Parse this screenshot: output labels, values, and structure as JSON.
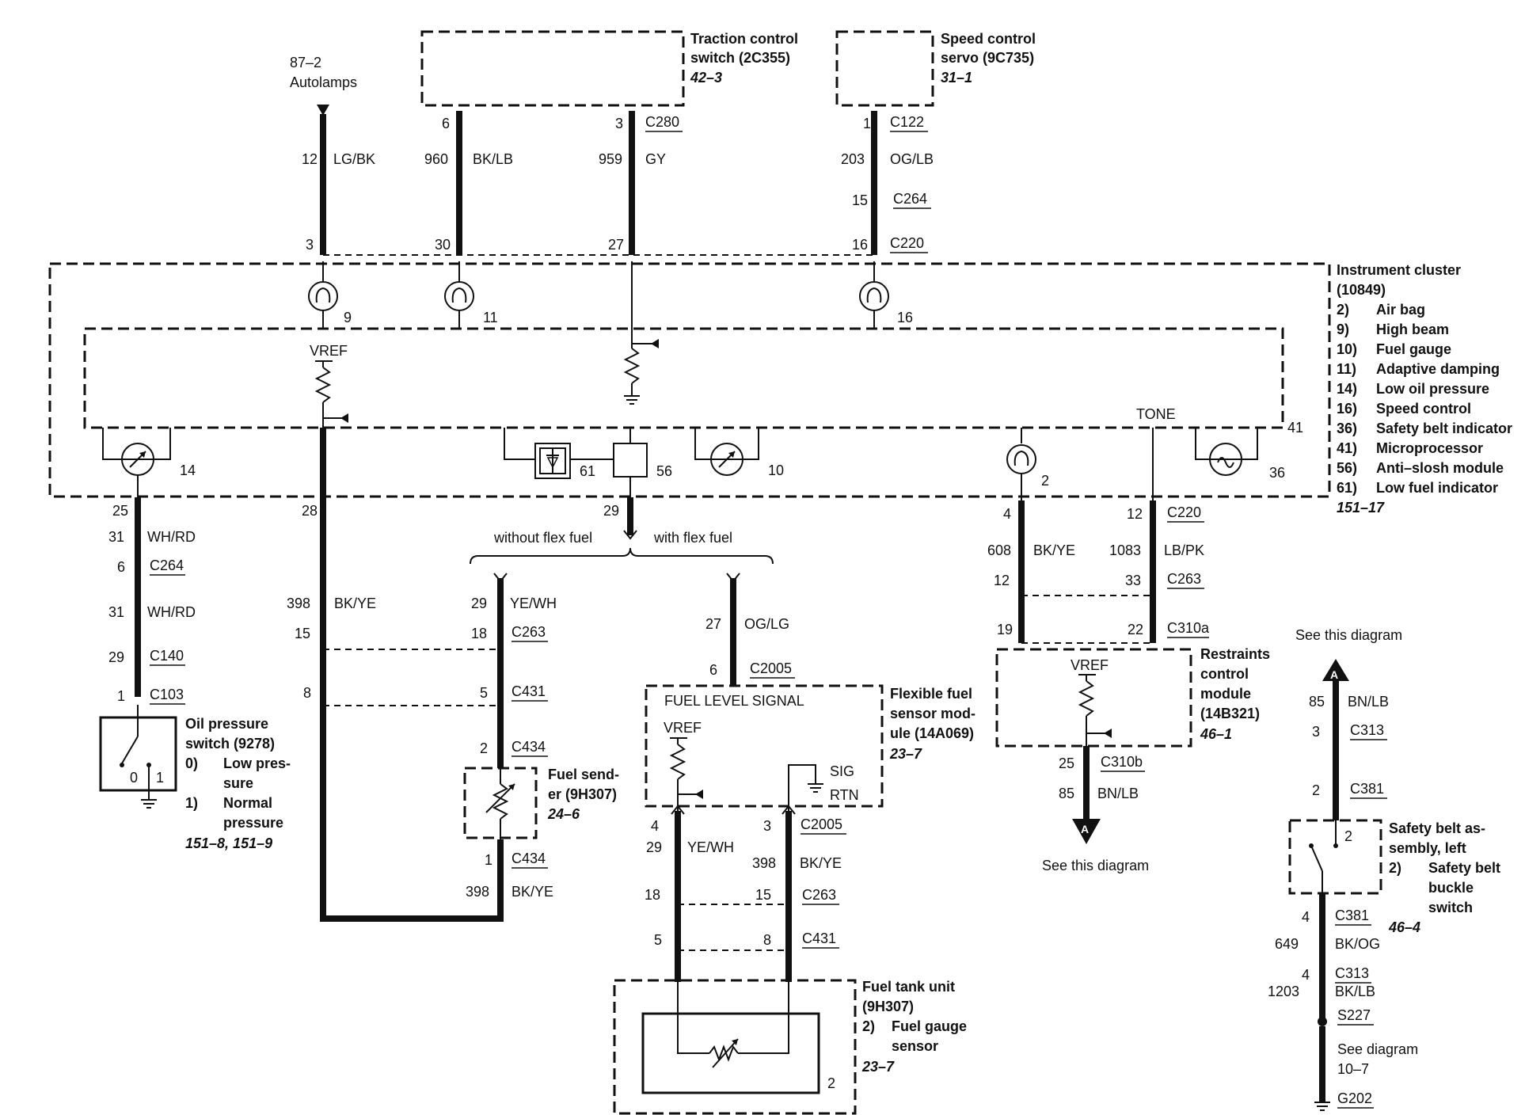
{
  "connector_labels": [
    {
      "id": "c280",
      "text": "C280"
    },
    {
      "id": "c122",
      "text": "C122"
    },
    {
      "id": "c264a",
      "text": "C264"
    },
    {
      "id": "c220a",
      "text": "C220"
    },
    {
      "id": "c220b",
      "text": "C220"
    },
    {
      "id": "c263a",
      "text": "C263"
    },
    {
      "id": "c310a",
      "text": "C310a"
    },
    {
      "id": "c264b",
      "text": "C264"
    },
    {
      "id": "c140",
      "text": "C140"
    },
    {
      "id": "c103",
      "text": "C103"
    },
    {
      "id": "c263b",
      "text": "C263"
    },
    {
      "id": "c431a",
      "text": "C431"
    },
    {
      "id": "c434a",
      "text": "C434"
    },
    {
      "id": "c434b",
      "text": "C434"
    },
    {
      "id": "c2005a",
      "text": "C2005"
    },
    {
      "id": "c2005b",
      "text": "C2005"
    },
    {
      "id": "c263c",
      "text": "C263"
    },
    {
      "id": "c431b",
      "text": "C431"
    },
    {
      "id": "c310b",
      "text": "C310b"
    },
    {
      "id": "c313a",
      "text": "C313"
    },
    {
      "id": "c381a",
      "text": "C381"
    },
    {
      "id": "c381b",
      "text": "C381"
    },
    {
      "id": "c313b",
      "text": "C313"
    },
    {
      "id": "s227",
      "text": "S227"
    },
    {
      "id": "g202",
      "text": "G202"
    }
  ],
  "labels": {
    "autolamps_ref": "87–2",
    "autolamps": "Autolamps",
    "traction_title1": "Traction control",
    "traction_title2": "switch (2C355)",
    "traction_ref": "42–3",
    "speed_title1": "Speed control",
    "speed_title2": "servo (9C735)",
    "speed_ref": "31–1",
    "cluster_title": "Instrument cluster",
    "cluster_part": "(10849)",
    "cluster_ref": "151–17",
    "cluster_items": [
      {
        "num": "2)",
        "name": "Air bag"
      },
      {
        "num": "9)",
        "name": "High beam"
      },
      {
        "num": "10)",
        "name": "Fuel gauge"
      },
      {
        "num": "11)",
        "name": "Adaptive damping"
      },
      {
        "num": "14)",
        "name": "Low oil pressure"
      },
      {
        "num": "16)",
        "name": "Speed control"
      },
      {
        "num": "36)",
        "name": "Safety belt indicator"
      },
      {
        "num": "41)",
        "name": "Microprocessor"
      },
      {
        "num": "56)",
        "name": "Anti–slosh module"
      },
      {
        "num": "61)",
        "name": "Low fuel indicator"
      }
    ],
    "vref": "VREF",
    "tone": "TONE",
    "without_flex": "without flex fuel",
    "with_flex": "with flex fuel",
    "oil_title1": "Oil pressure",
    "oil_title2": "switch (9278)",
    "oil_item0_num": "0)",
    "oil_item0_a": "Low pres-",
    "oil_item0_b": "sure",
    "oil_item1_num": "1)",
    "oil_item1_a": "Normal",
    "oil_item1_b": "pressure",
    "oil_ref": "151–8, 151–9",
    "sender_title1": "Fuel send-",
    "sender_title2": "er (9H307)",
    "sender_ref": "24–6",
    "flex_title1": "Flexible fuel",
    "flex_title2": "sensor mod-",
    "flex_title3": "ule (14A069)",
    "flex_ref": "23–7",
    "fuel_level_signal": "FUEL LEVEL SIGNAL",
    "sig": "SIG",
    "rtn": "RTN",
    "tank_title1": "Fuel tank unit",
    "tank_title2": "(9H307)",
    "tank_item_num": "2)",
    "tank_item_a": "Fuel gauge",
    "tank_item_b": "sensor",
    "tank_ref": "23–7",
    "rcm_title1": "Restraints",
    "rcm_title2": "control",
    "rcm_title3": "module",
    "rcm_title4": "(14B321)",
    "rcm_ref": "46–1",
    "see_this_diagram": "See this diagram",
    "see_this_diagram_top": "See this diagram",
    "offpage": "A",
    "belt_title1": "Safety belt as-",
    "belt_title2": "sembly, left",
    "belt_item_num": "2)",
    "belt_item_a": "Safety belt",
    "belt_item_b": "buckle",
    "belt_item_c": "switch",
    "belt_ref": "46–4",
    "see_diagram": "See diagram",
    "see_diagram_ref": "10–7"
  },
  "pins": {
    "p12": "12",
    "p3": "3",
    "p6": "6",
    "p30": "30",
    "p3b": "3",
    "p27": "27",
    "p1": "1",
    "p15": "15",
    "p16": "16",
    "i9": "9",
    "i11": "11",
    "i16": "16",
    "i14": "14",
    "i61": "61",
    "i56": "56",
    "i10": "10",
    "i2": "2",
    "i36": "36",
    "i41": "41",
    "p25": "25",
    "p31a": "31",
    "p6b": "6",
    "p31b": "31",
    "p29a": "29",
    "p1b": "1",
    "p28": "28",
    "p15b": "15",
    "p8": "8",
    "p29b": "29",
    "p29c": "29",
    "p18": "18",
    "p5": "5",
    "p2": "2",
    "p1c": "1",
    "p27b": "27",
    "p6c": "6",
    "p4": "4",
    "p29d": "29",
    "p18b": "18",
    "p5b": "5",
    "p3c": "3",
    "p15c": "15",
    "p8b": "8",
    "p4b": "4",
    "p12b": "12",
    "p19": "19",
    "p12c": "12",
    "p33": "33",
    "p22": "22",
    "p25b": "25",
    "p85": "85",
    "p85b": "85",
    "p3d": "3",
    "p2b": "2",
    "p2c": "2",
    "p4c": "4",
    "p4d": "4",
    "tank2": "2",
    "oil0": "0",
    "oil1": "1"
  },
  "circuits": {
    "c12": "12",
    "c12c": "LG/BK",
    "c960": "960",
    "c960c": "BK/LB",
    "c959": "959",
    "c959c": "GY",
    "c203": "203",
    "c203c": "OG/LB",
    "c31a": "31",
    "c31ac": "WH/RD",
    "c31b": "31",
    "c31bc": "WH/RD",
    "c398": "398",
    "c398c": "BK/YE",
    "c29": "29",
    "c29c": "YE/WH",
    "c27": "27",
    "c27c": "OG/LG",
    "c398b": "398",
    "c398bc": "BK/YE",
    "c29b": "29",
    "c29bc": "YE/WH",
    "c398d": "398",
    "c398dc": "BK/YE",
    "c608": "608",
    "c608c": "BK/YE",
    "c1083": "1083",
    "c1083c": "LB/PK",
    "c85": "85",
    "c85c": "BN/LB",
    "c85b": "85",
    "c85bc": "BN/LB",
    "c649": "649",
    "c649c": "BK/OG",
    "c1203": "1203",
    "c1203c": "BK/LB"
  }
}
